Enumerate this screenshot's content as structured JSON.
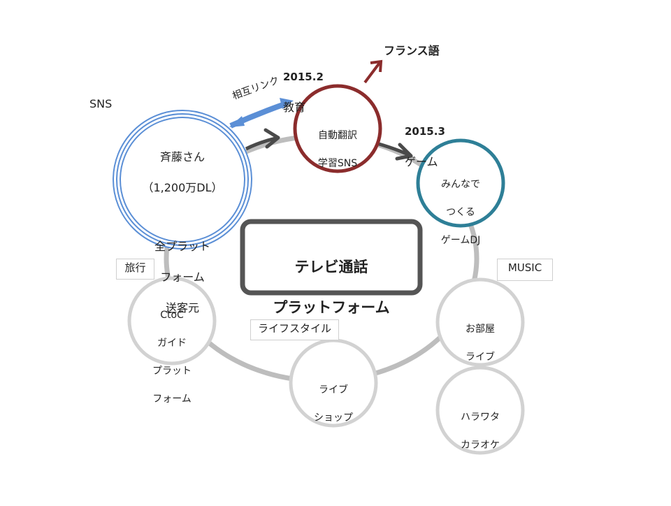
{
  "center": {
    "line1": "テレビ通話",
    "line2": "プラットフォーム"
  },
  "sns_label": "SNS",
  "mutual_link": "相互リンク",
  "french": "フランス語",
  "edu_header": {
    "date": "2015.2",
    "title": "教育"
  },
  "game_header": {
    "date": "2015.3",
    "title": "ゲーム"
  },
  "nodes": {
    "saito": {
      "line1": "斉藤さん",
      "line2": "（1,200万DL）",
      "line3": "全プラット",
      "line4": "フォーム",
      "line5": "送客元"
    },
    "edu": {
      "line1": "自動翻訳",
      "line2": "学習SNS"
    },
    "game": {
      "line1": "みんなで",
      "line2": "つくる",
      "line3": "ゲームDJ"
    },
    "music": {
      "line1": "お部屋",
      "line2": "ライブ"
    },
    "karaoke": {
      "line1": "ハラワタ",
      "line2": "カラオケ"
    },
    "shop": {
      "line1": "ライブ",
      "line2": "ショップ"
    },
    "ctoc": {
      "line1": "CtoC",
      "line2": "ガイド",
      "line3": "プラット",
      "line4": "フォーム"
    }
  },
  "tags": {
    "travel": "旅行",
    "lifestyle": "ライフスタイル",
    "music": "MUSIC"
  },
  "colors": {
    "edu": "#8b2c2c",
    "game": "#2e7f97",
    "sns": "#5b8fd6",
    "ring": "#bdbdbd",
    "node": "#d2d2d2",
    "center": "#555555"
  }
}
